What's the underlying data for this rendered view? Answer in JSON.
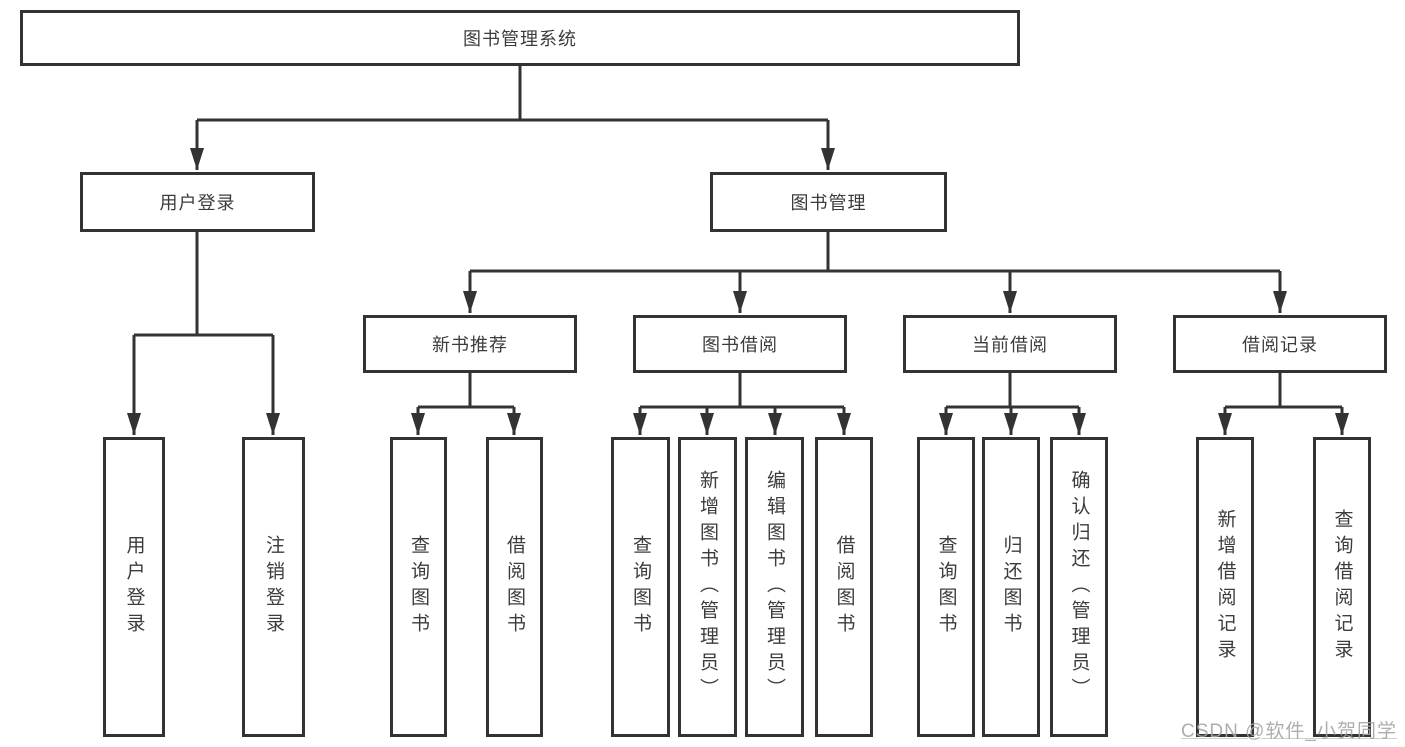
{
  "diagram": {
    "root": {
      "label": "图书管理系统"
    },
    "level1": [
      {
        "id": "user-login",
        "label": "用户登录"
      },
      {
        "id": "book-management",
        "label": "图书管理"
      }
    ],
    "level2": [
      {
        "id": "new-book-recommend",
        "label": "新书推荐",
        "parent": "图书管理"
      },
      {
        "id": "book-borrow",
        "label": "图书借阅",
        "parent": "图书管理"
      },
      {
        "id": "current-borrow",
        "label": "当前借阅",
        "parent": "图书管理"
      },
      {
        "id": "borrow-records",
        "label": "借阅记录",
        "parent": "图书管理"
      }
    ],
    "leaves": [
      {
        "parent": "用户登录",
        "label": "用户登录"
      },
      {
        "parent": "用户登录",
        "label": "注销登录"
      },
      {
        "parent": "新书推荐",
        "label": "查询图书"
      },
      {
        "parent": "新书推荐",
        "label": "借阅图书"
      },
      {
        "parent": "图书借阅",
        "label": "查询图书"
      },
      {
        "parent": "图书借阅",
        "label": "新增图书（管理员）"
      },
      {
        "parent": "图书借阅",
        "label": "编辑图书（管理员）"
      },
      {
        "parent": "图书借阅",
        "label": "借阅图书"
      },
      {
        "parent": "当前借阅",
        "label": "查询图书"
      },
      {
        "parent": "当前借阅",
        "label": "归还图书"
      },
      {
        "parent": "当前借阅",
        "label": "确认归还（管理员）"
      },
      {
        "parent": "借阅记录",
        "label": "新增借阅记录"
      },
      {
        "parent": "借阅记录",
        "label": "查询借阅记录"
      }
    ],
    "colors": {
      "line": "#333333",
      "text": "#3c3c3c",
      "background": "#ffffff",
      "watermark": "#a5a5a5"
    }
  },
  "watermark": {
    "text": "CSDN @软件_小贺同学"
  }
}
